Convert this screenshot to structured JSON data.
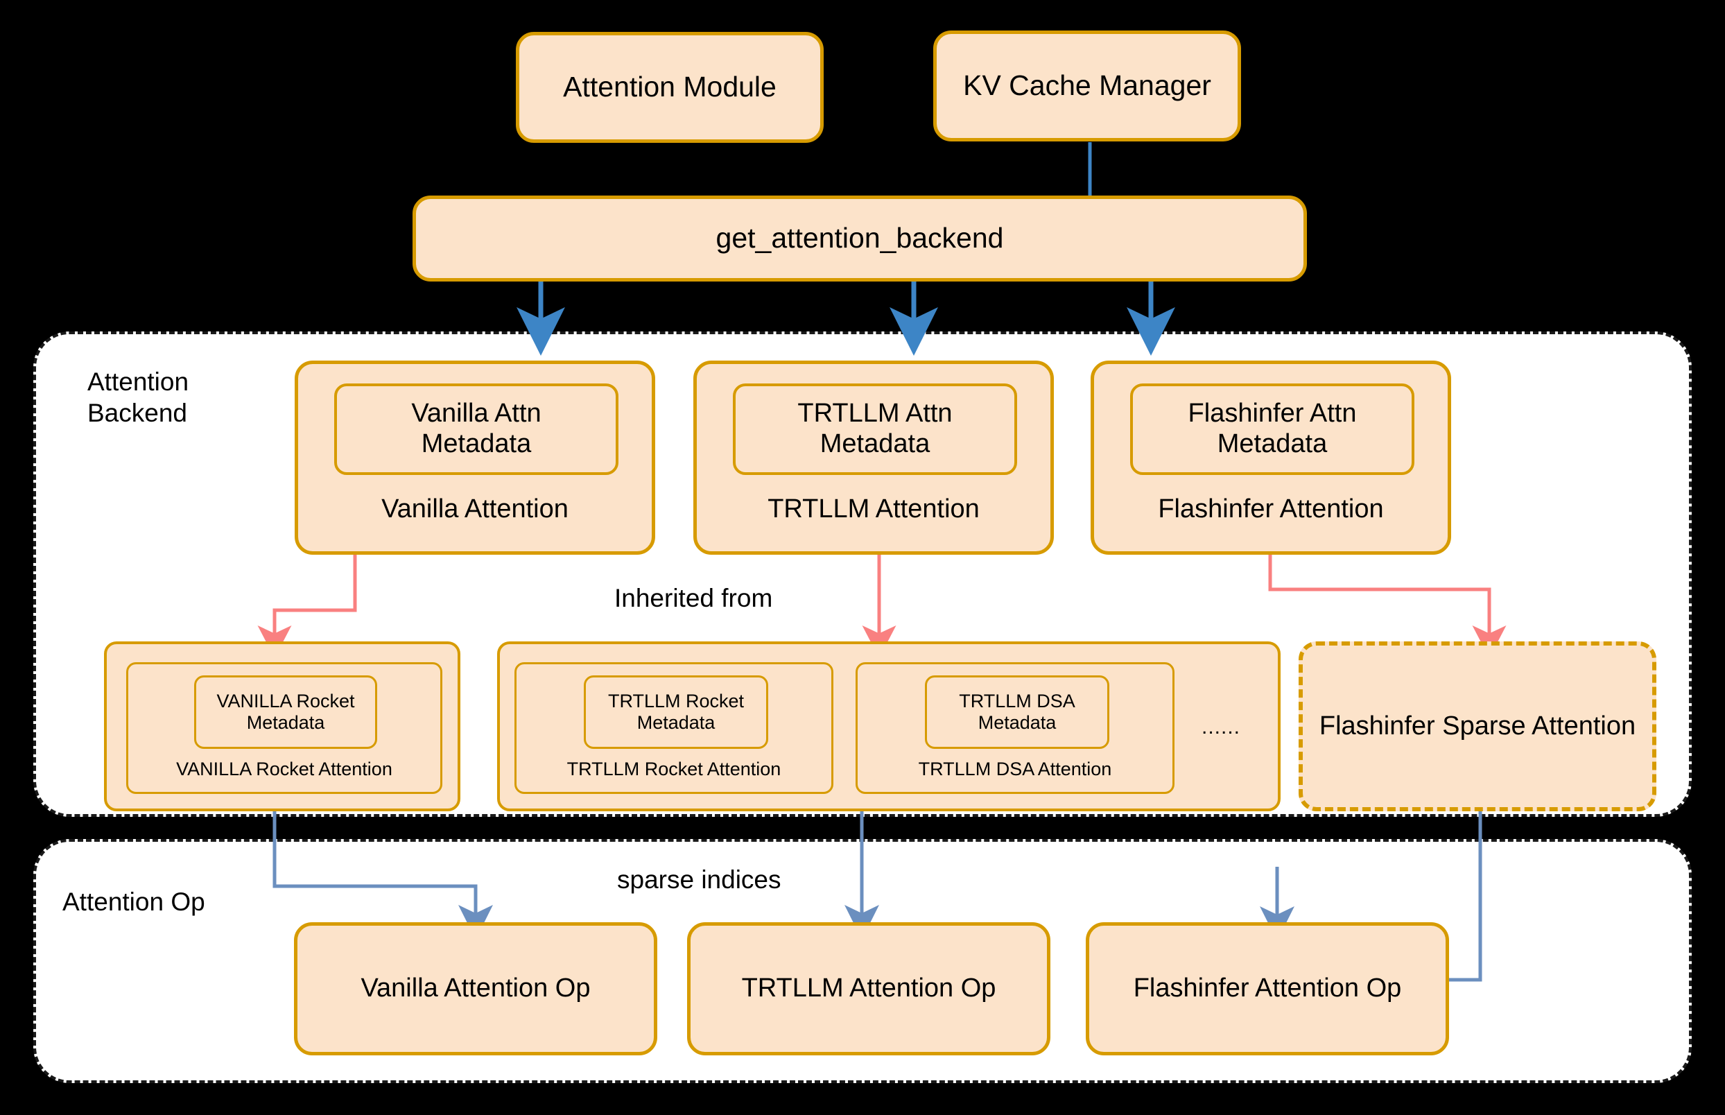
{
  "theme": {
    "page_background": "#000000",
    "section_background": "#ffffff",
    "node_fill": "#fce3ca",
    "node_border": "#d79b00",
    "blue_arrow": "#6b8fbf",
    "blue_arrow_top": "#3d85c6",
    "red_arrow": "#f98080",
    "text": "#000000"
  },
  "top": {
    "attention_module": "Attention Module",
    "kv_cache_manager": "KV Cache Manager",
    "dispatch_fn": "get_attention_backend"
  },
  "sections": {
    "backend": {
      "label": "Attention\nBackend"
    },
    "op": {
      "label": "Attention Op"
    }
  },
  "backends": [
    {
      "metadata": "Vanilla Attn\nMetadata",
      "title": "Vanilla Attention"
    },
    {
      "metadata": "TRTLLM Attn\nMetadata",
      "title": "TRTLLM Attention"
    },
    {
      "metadata": "Flashinfer Attn\nMetadata",
      "title": "Flashinfer Attention"
    }
  ],
  "sparse_backends": {
    "vanilla_group": [
      {
        "metadata": "VANILLA Rocket\nMetadata",
        "title": "VANILLA Rocket Attention"
      }
    ],
    "trtllm_group": [
      {
        "metadata": "TRTLLM Rocket\nMetadata",
        "title": "TRTLLM Rocket Attention"
      },
      {
        "metadata": "TRTLLM DSA\nMetadata",
        "title": "TRTLLM DSA Attention"
      }
    ],
    "trtllm_group_more": "......",
    "flashinfer_sparse": {
      "title": "Flashinfer Sparse Attention",
      "border_style": "dashed"
    }
  },
  "attention_ops": [
    {
      "title": "Vanilla Attention Op"
    },
    {
      "title": "TRTLLM Attention Op"
    },
    {
      "title": "Flashinfer Attention Op"
    }
  ],
  "edge_labels": {
    "inherited_from": "Inherited from",
    "sparse_indices": "sparse indices"
  }
}
